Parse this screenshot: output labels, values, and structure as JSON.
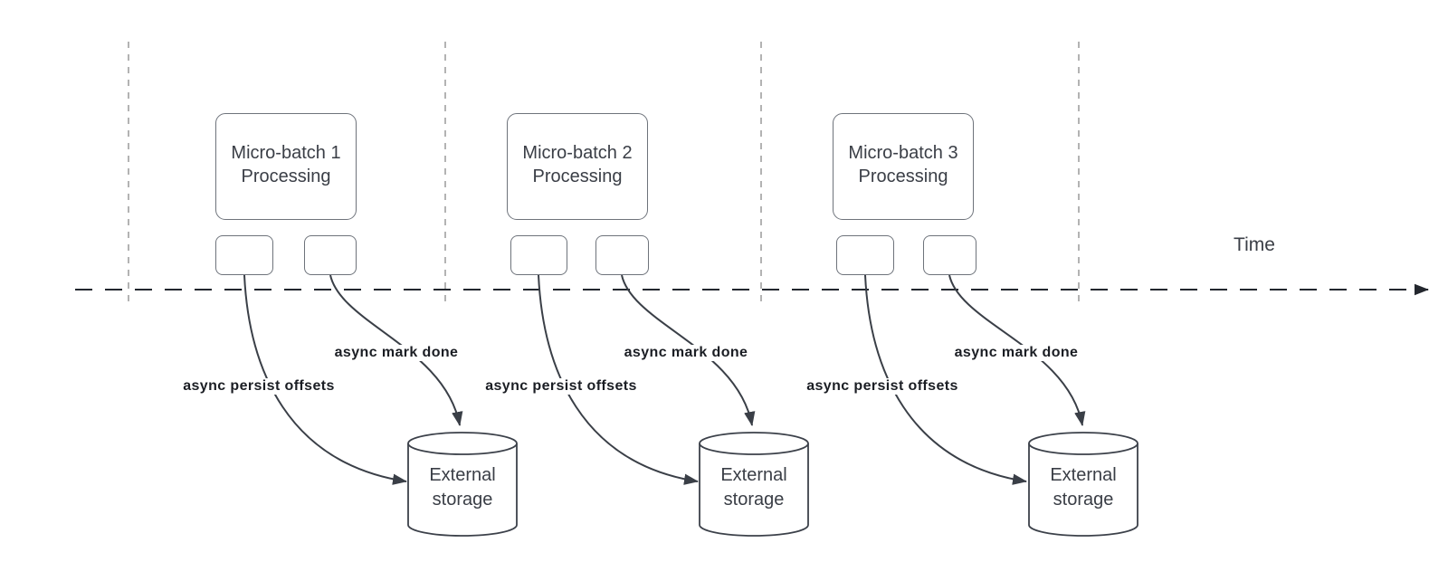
{
  "diagram_type": "micro-batch streaming timeline",
  "time_axis": {
    "label": "Time"
  },
  "groups": [
    {
      "processing_box": {
        "line1": "Micro-batch 1",
        "line2": "Processing"
      },
      "persist_label": "async persist offsets",
      "mark_done_label": "async mark done",
      "storage": {
        "line1": "External",
        "line2": "storage"
      }
    },
    {
      "processing_box": {
        "line1": "Micro-batch 2",
        "line2": "Processing"
      },
      "persist_label": "async persist offsets",
      "mark_done_label": "async mark done",
      "storage": {
        "line1": "External",
        "line2": "storage"
      }
    },
    {
      "processing_box": {
        "line1": "Micro-batch 3",
        "line2": "Processing"
      },
      "persist_label": "async persist offsets",
      "mark_done_label": "async mark done",
      "storage": {
        "line1": "External",
        "line2": "storage"
      }
    }
  ],
  "colors": {
    "axis_line": "#23272e",
    "connector_line": "#3a3f47",
    "guide_line": "#b3b3b3",
    "shape_border": "#6e737b",
    "cylinder_border": "#3c414a",
    "shape_text": "#3a3e46",
    "edge_label_text": "#1b1e24"
  }
}
